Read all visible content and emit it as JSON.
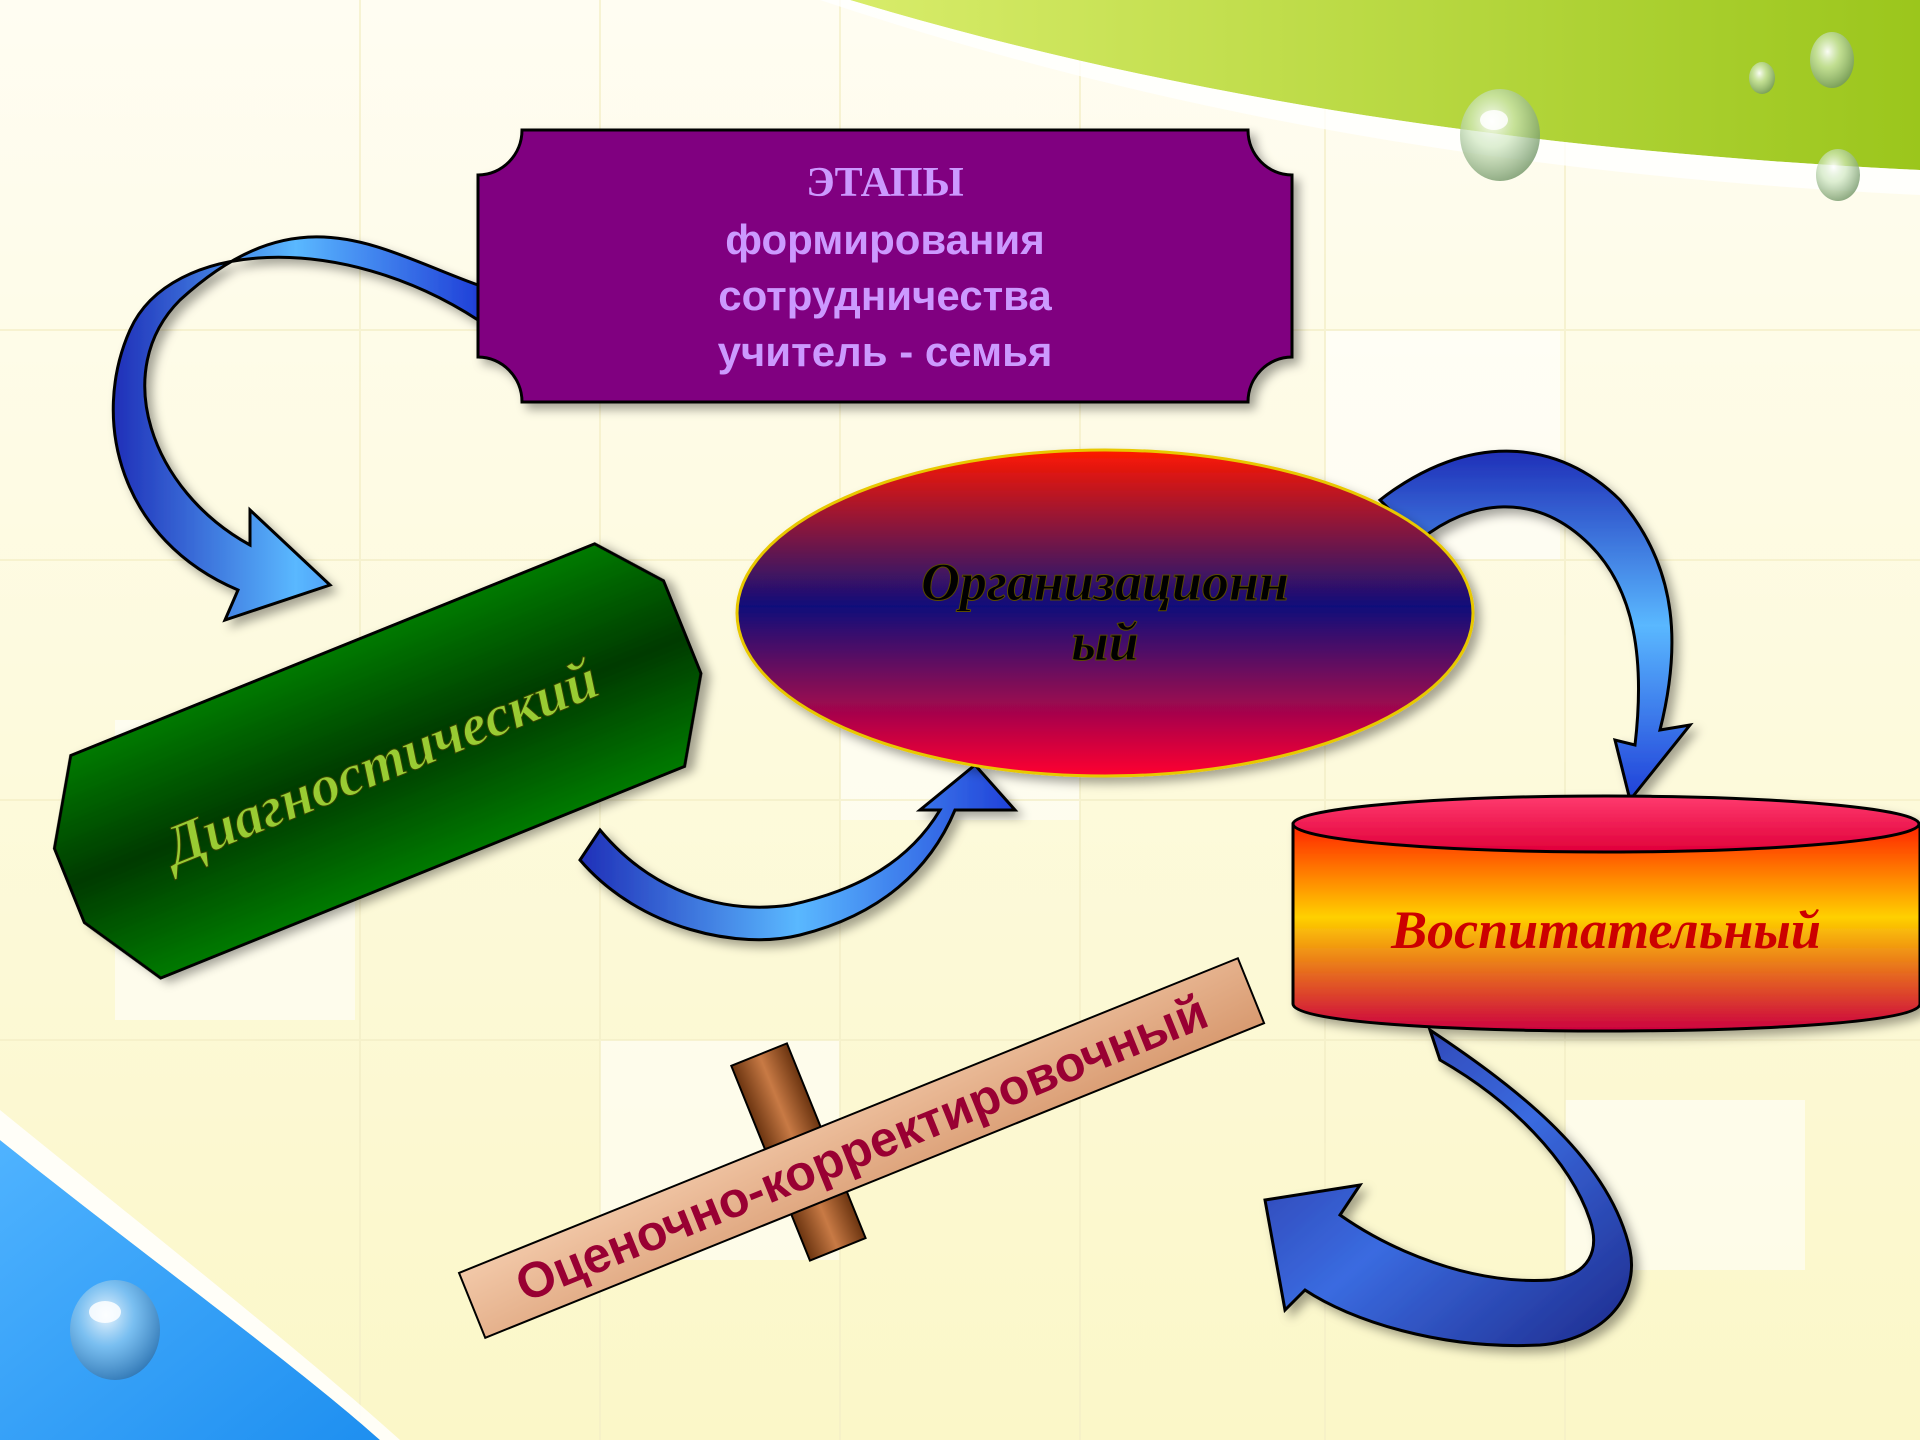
{
  "title": {
    "line1": "ЭТАПЫ",
    "line2": "формирования",
    "line3": "сотрудничества",
    "line4": "учитель - семья"
  },
  "stages": {
    "diagnostic": "Диагностический",
    "organizational_line1": "Организационн",
    "organizational_line2": "ый",
    "educational": "Воспитательный",
    "evaluation": "Оценочно-корректировочный"
  },
  "colors": {
    "title_bg": "#800080",
    "title_text": "#cc99ff",
    "diagnostic_bg": "#006400",
    "diagnostic_text": "#99cc33",
    "educational_text": "#cc0000",
    "evaluation_text": "#990033",
    "arrow_blue": "#3366ff"
  }
}
